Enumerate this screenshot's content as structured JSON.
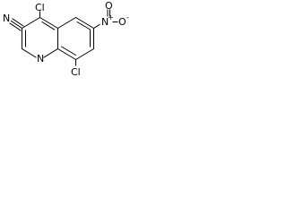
{
  "molecule": {
    "atoms": {
      "cyano_n": "N",
      "cl_top": "Cl",
      "nitro_n": "N",
      "nitro_plus": "+",
      "nitro_o1": "O",
      "nitro_o2": "O",
      "nitro_minus": "-",
      "ring_n": "N",
      "cl_bottom": "Cl"
    }
  }
}
